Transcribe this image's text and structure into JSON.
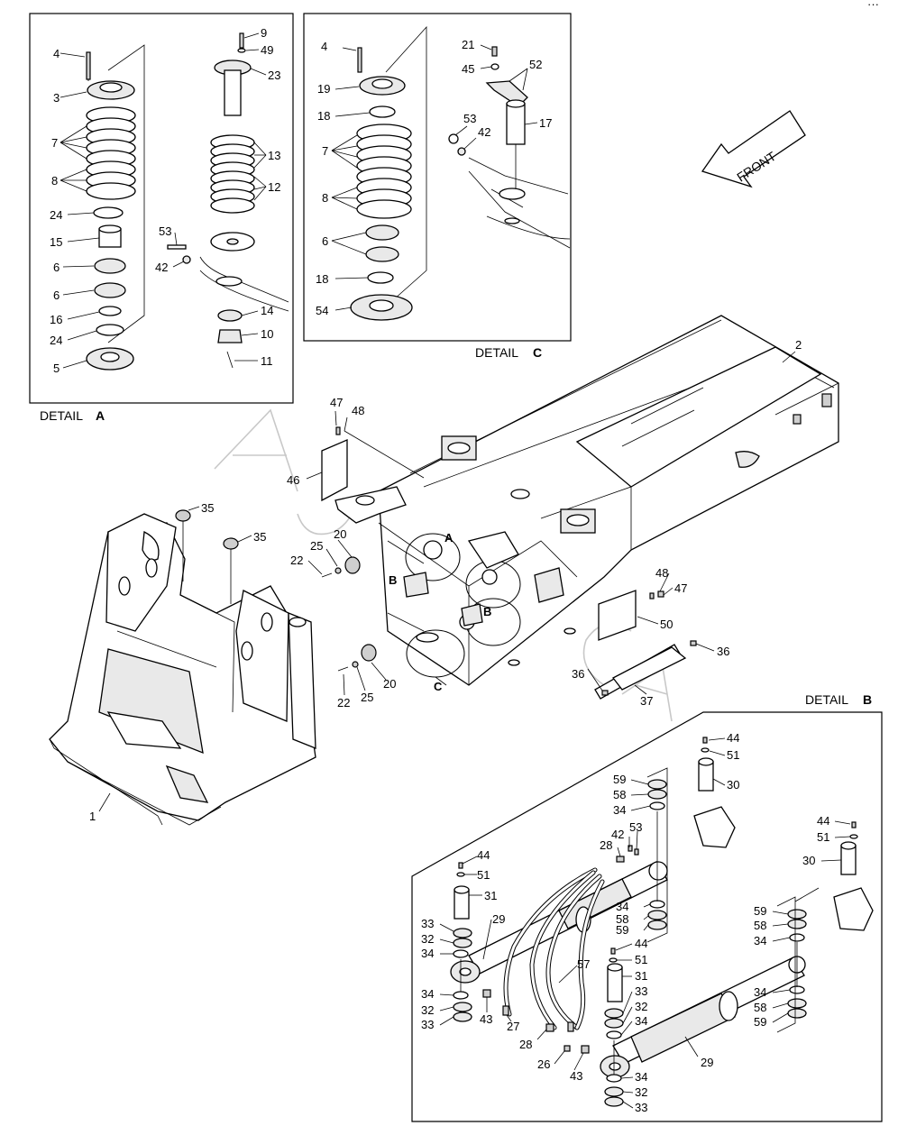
{
  "corner_mark": "···",
  "details": {
    "a": {
      "prefix": "DETAIL",
      "letter": "A"
    },
    "b": {
      "prefix": "DETAIL",
      "letter": "B"
    },
    "c": {
      "prefix": "DETAIL",
      "letter": "C"
    }
  },
  "front_arrow": {
    "label": "FRONT"
  },
  "callouts": {
    "a_4": "4",
    "a_3": "3",
    "a_7": "7",
    "a_8": "8",
    "a_24a": "24",
    "a_15": "15",
    "a_6a": "6",
    "a_6b": "6",
    "a_16": "16",
    "a_24b": "24",
    "a_5": "5",
    "a_9": "9",
    "a_49": "49",
    "a_23": "23",
    "a_13": "13",
    "a_12": "12",
    "a_53": "53",
    "a_42": "42",
    "a_14": "14",
    "a_10": "10",
    "a_11": "11",
    "c_4": "4",
    "c_19": "19",
    "c_18a": "18",
    "c_7": "7",
    "c_8": "8",
    "c_6": "6",
    "c_18b": "18",
    "c_54": "54",
    "c_21": "21",
    "c_45": "45",
    "c_52": "52",
    "c_53": "53",
    "c_42": "42",
    "c_17": "17",
    "m_2": "2",
    "m_47a": "47",
    "m_48a": "48",
    "m_46": "46",
    "m_35a": "35",
    "m_35b": "35",
    "m_20a": "20",
    "m_25a": "25",
    "m_22a": "22",
    "m_A": "A",
    "m_Ba": "B",
    "m_Bb": "B",
    "m_48b": "48",
    "m_47b": "47",
    "m_50": "50",
    "m_36a": "36",
    "m_36b": "36",
    "m_37": "37",
    "m_22b": "22",
    "m_25b": "25",
    "m_20b": "20",
    "m_C": "C",
    "m_1": "1",
    "b_44a": "44",
    "b_51a": "51",
    "b_30a": "30",
    "b_59a": "59",
    "b_58a": "58",
    "b_34a": "34",
    "b_42": "42",
    "b_53": "53",
    "b_28a": "28",
    "b_44b": "44",
    "b_51b": "51",
    "b_31a": "31",
    "b_29a": "29",
    "b_33a": "33",
    "b_32a": "32",
    "b_34b": "34",
    "b_34c": "34",
    "b_58b": "58",
    "b_59b": "59",
    "b_34d": "34",
    "b_32b": "32",
    "b_33b": "33",
    "b_43a": "43",
    "b_27": "27",
    "b_57": "57",
    "b_44c": "44",
    "b_51c": "51",
    "b_31b": "31",
    "b_33c": "33",
    "b_32c": "32",
    "b_34e": "34",
    "b_28b": "28",
    "b_26": "26",
    "b_43b": "43",
    "b_29b": "29",
    "b_34f": "34",
    "b_32d": "32",
    "b_33d": "33",
    "b_44d": "44",
    "b_51d": "51",
    "b_30b": "30",
    "b_59c": "59",
    "b_58c": "58",
    "b_34g": "34",
    "b_34h": "34",
    "b_58d": "58",
    "b_59d": "59"
  }
}
